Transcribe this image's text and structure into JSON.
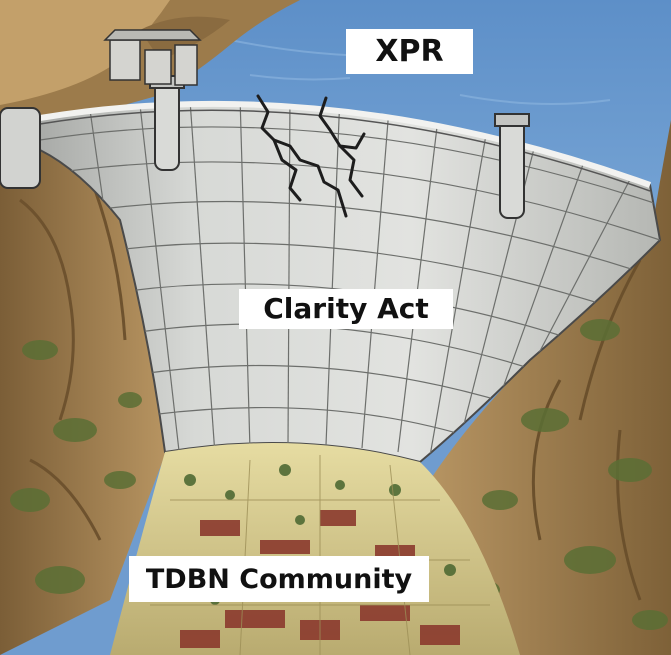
{
  "meme": {
    "reservoir_label": "XPR",
    "dam_label": "Clarity Act",
    "town_label": "TDBN Community"
  },
  "colors": {
    "water": "#6f9ccf",
    "dam_concrete": "#cfd1cf",
    "rock": "#a68758",
    "vegetation": "#5b6f35",
    "town_ground": "#d8cf95",
    "label_background": "#ffffff",
    "label_text": "#111111"
  },
  "icons": [
    "dam-crack",
    "intake-tower",
    "town-buildings"
  ]
}
